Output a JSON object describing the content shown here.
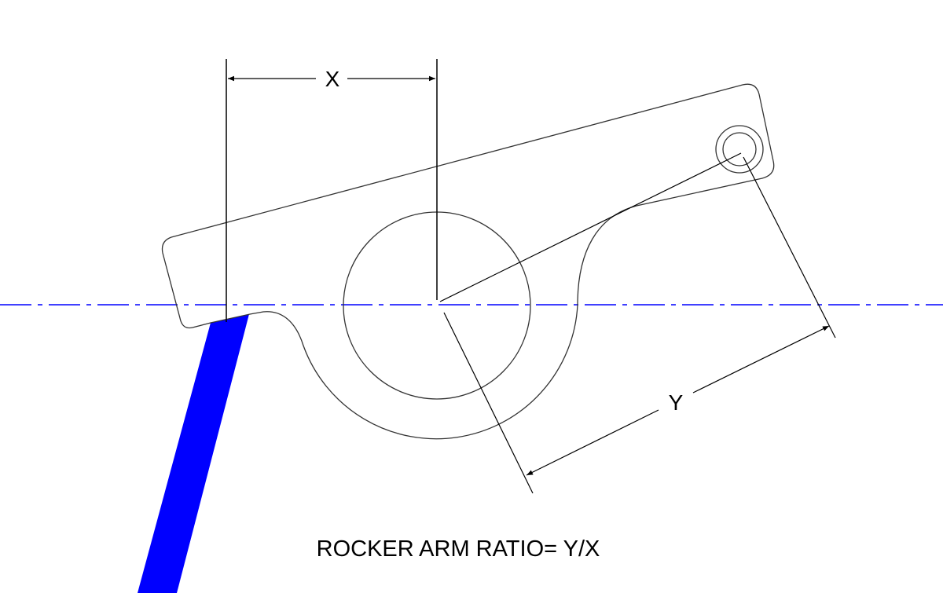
{
  "diagram": {
    "x_label": "X",
    "y_label": "Y",
    "caption": "ROCKER ARM RATIO= Y/X",
    "colors": {
      "centerline": "#0000ff",
      "pushrod": "#0000ff",
      "outline": "#333333",
      "dimension": "#000000"
    }
  }
}
